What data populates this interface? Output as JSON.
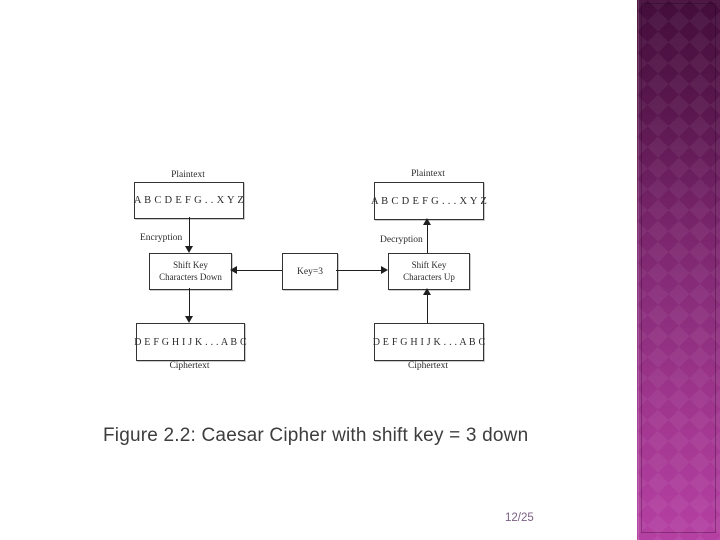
{
  "slide": {
    "caption": "Figure 2.2: Caesar Cipher with shift key = 3 down",
    "page_number": "12/25"
  },
  "diagram": {
    "plaintext_left": {
      "label": "Plaintext",
      "alphabet": "A B C D E F G . . X Y Z"
    },
    "plaintext_right": {
      "label": "Plaintext",
      "alphabet": "A B C D E F G . . . X Y Z"
    },
    "encryption_label": "Encryption",
    "decryption_label": "Decryption",
    "shift_down": {
      "line1": "Shift Key",
      "line2": "Characters Down"
    },
    "key_box": "Key=3",
    "shift_up": {
      "line1": "Shift Key",
      "line2": "Characters Up"
    },
    "ciphertext_left": {
      "label": "Ciphertext",
      "alphabet": "D E F G H I J K . . . A B C"
    },
    "ciphertext_right": {
      "label": "Ciphertext",
      "alphabet": "D E F G H I J K . . . A B C"
    }
  },
  "colors": {
    "sidebar_top": "#430d3a",
    "sidebar_mid": "#8c2e7d",
    "sidebar_bottom": "#b540a3",
    "caption_text": "#3d3d3d",
    "page_number_text": "#7d6184",
    "diagram_ink": "#2b2b2b"
  }
}
